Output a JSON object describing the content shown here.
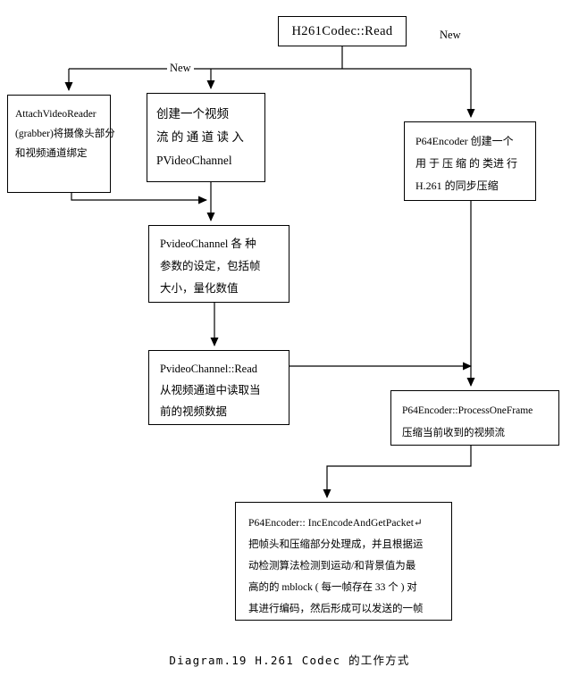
{
  "diagram": {
    "type": "flowchart",
    "caption": "Diagram.19 H.261 Codec 的工作方式",
    "background_color": "#ffffff",
    "line_color": "#000000",
    "nodes": {
      "root": {
        "lines": [
          "H261Codec::Read"
        ]
      },
      "attach_video_reader": {
        "lines": [
          "AttachVideoReader",
          "(grabber)将摄像头部分",
          "和视频通道绑定"
        ]
      },
      "create_channel": {
        "lines": [
          "创建一个视频",
          "流 的 通 道 读 入",
          "PVideoChannel"
        ]
      },
      "p64encoder_new": {
        "lines": [
          "P64Encoder 创建一个",
          "用 于 压 缩 的 类进 行",
          "H.261 的同步压缩"
        ]
      },
      "channel_params": {
        "lines": [
          "PvideoChannel 各 种",
          "参数的设定，包括帧",
          "大小，量化数值"
        ]
      },
      "channel_read": {
        "lines": [
          "PvideoChannel::Read",
          "从视频通道中读取当",
          "前的视频数据"
        ]
      },
      "process_one_frame": {
        "lines": [
          "P64Encoder::ProcessOneFrame",
          "压缩当前收到的视频流"
        ]
      },
      "inc_encode_and_get_packet": {
        "lines": [
          "P64Encoder:: IncEncodeAndGetPacket↵",
          "把帧头和压缩部分处理成，并且根据运",
          "动检测算法检测到运动/和背景值为最",
          "高的的 mblock ( 每一帧存在 33 个 ) 对",
          "其进行编码，然后形成可以发送的一帧"
        ]
      }
    },
    "edge_labels": {
      "new_left": "New",
      "new_right": "New"
    }
  }
}
